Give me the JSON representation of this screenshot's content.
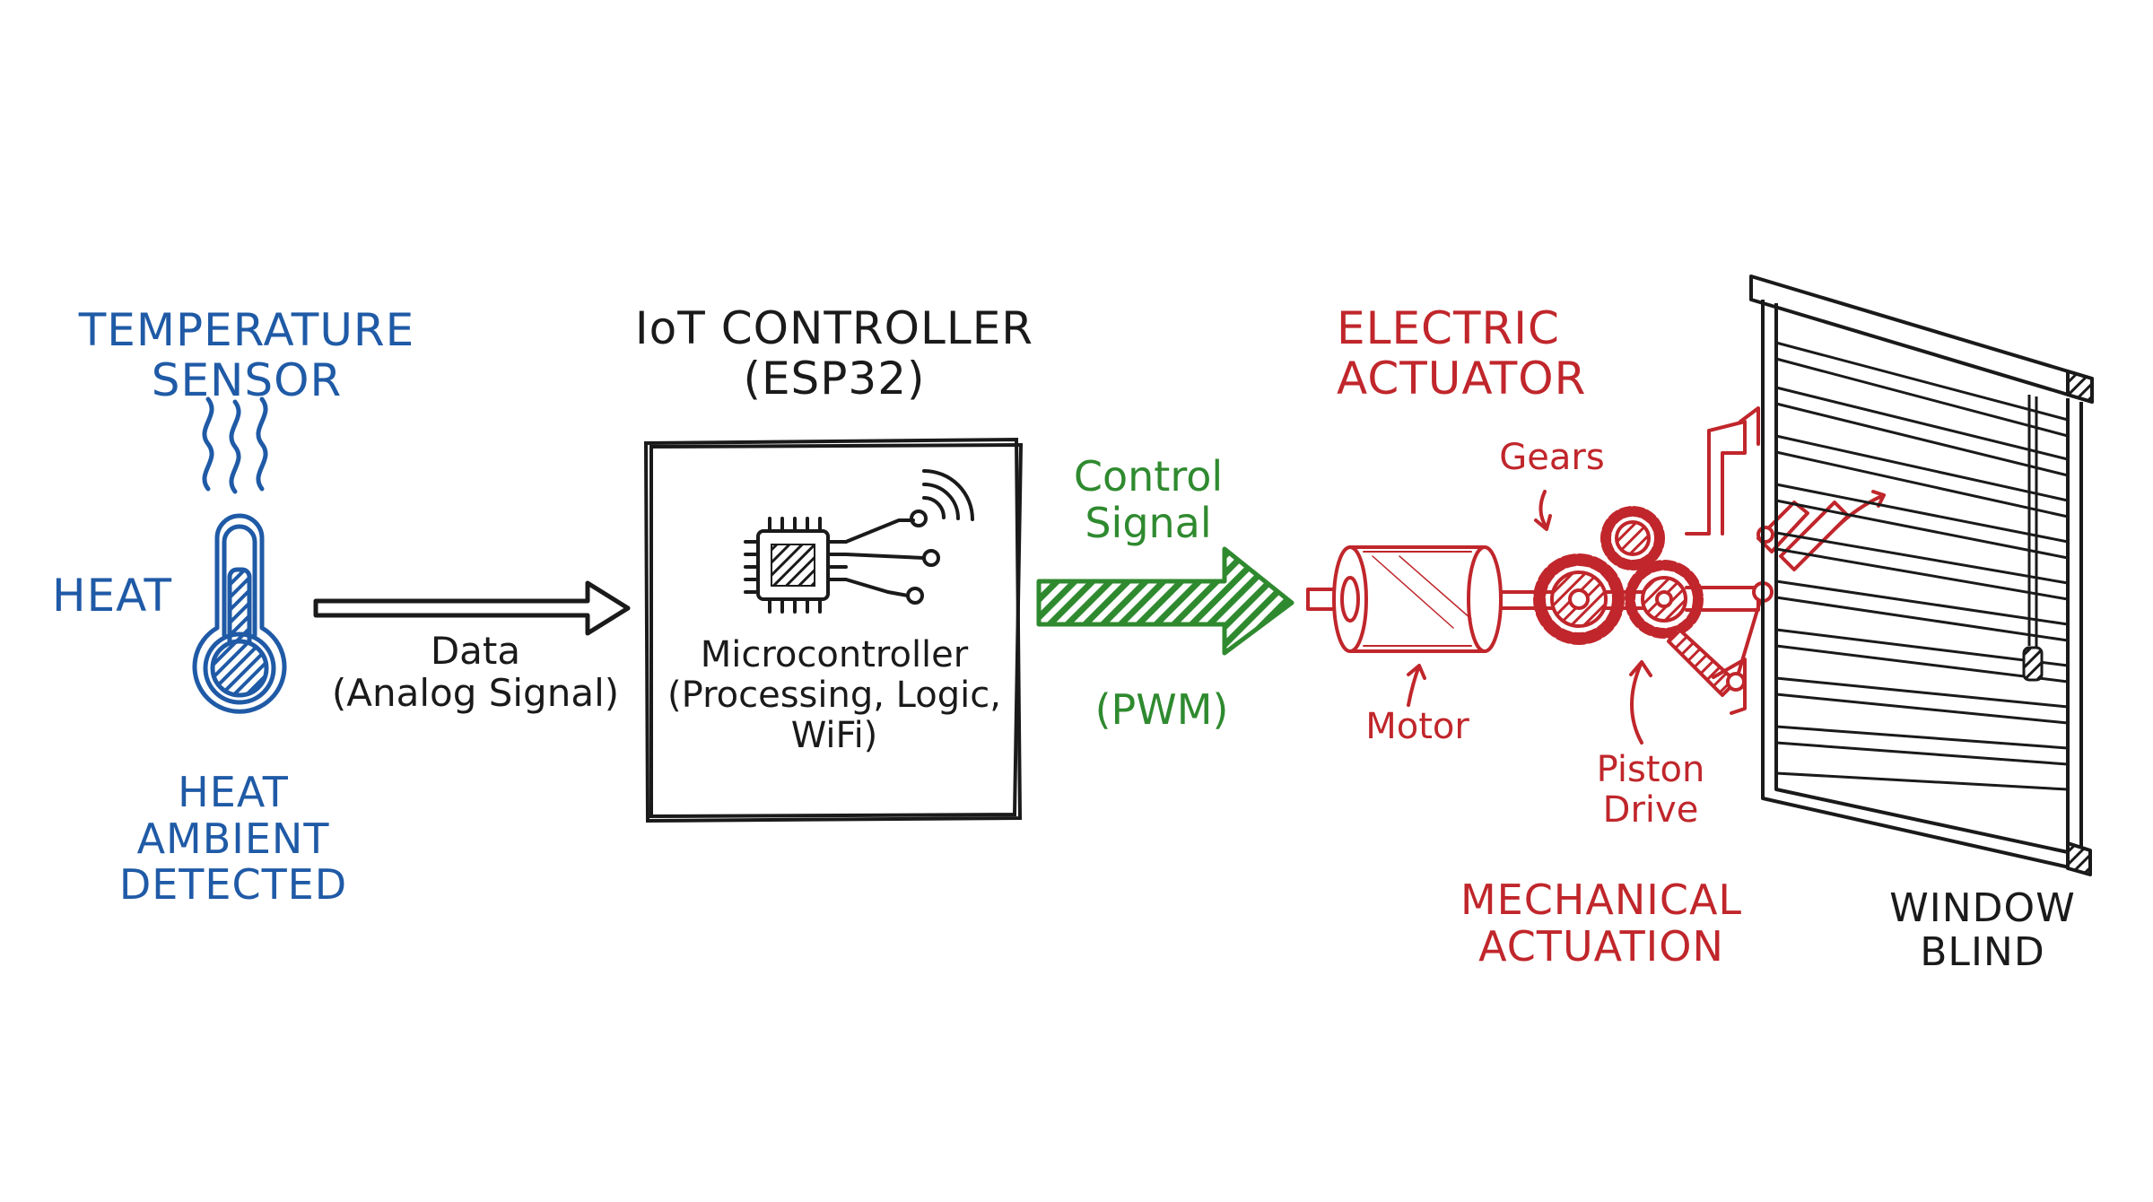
{
  "sensor": {
    "title_line1": "TEMPERATURE",
    "title_line2": "SENSOR",
    "heat_label": "HEAT",
    "caption_line1": "HEAT",
    "caption_line2": "AMBIENT",
    "caption_line3": "DETECTED"
  },
  "data_link": {
    "label_line1": "Data",
    "label_line2": "(Analog Signal)"
  },
  "controller": {
    "title_line1": "IoT CONTROLLER",
    "title_line2": "(ESP32)",
    "body_line1": "Microcontroller",
    "body_line2": "(Processing, Logic,",
    "body_line3": "WiFi)"
  },
  "control_link": {
    "label_line1": "Control",
    "label_line2": "Signal",
    "sub_label": "(PWM)"
  },
  "actuator": {
    "title_line1": "ELECTRIC",
    "title_line2": "ACTUATOR",
    "gears_label": "Gears",
    "motor_label": "Motor",
    "piston_line1": "Piston",
    "piston_line2": "Drive",
    "caption_line1": "MECHANICAL",
    "caption_line2": "ACTUATION"
  },
  "blind": {
    "caption_line1": "WINDOW",
    "caption_line2": "BLIND"
  },
  "colors": {
    "sensor": "#1f5aa6",
    "controller": "#1a1a1a",
    "control_signal": "#2f8a2f",
    "actuator": "#c0262b"
  }
}
